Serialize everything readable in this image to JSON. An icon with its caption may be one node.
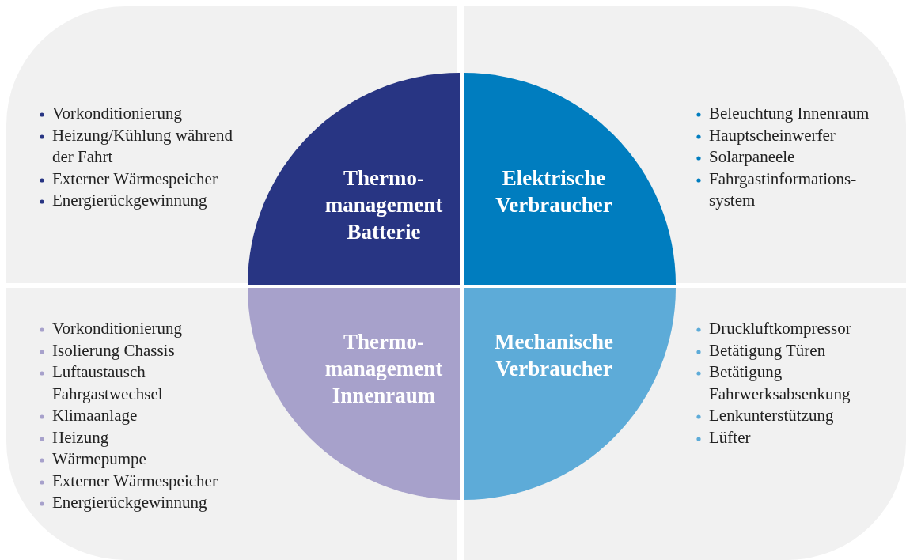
{
  "diagram": {
    "nodes": [
      {
        "text": [
          "Vorkonditionierung",
          "Heizung/Kühlung während der Fahrt",
          "Externer Wärmespeicher",
          "Energierückgewinnung"
        ]
      },
      {
        "text": [
          "Thermo- management Batterie"
        ],
        "in": 0
      },
      {
        "text": [
          "Beleuchtung Innenraum",
          "Hauptscheinwerfer",
          "Solarpaneele",
          "Fahrgastinformations- system"
        ]
      },
      {
        "text": [
          "Elektrische Verbraucher"
        ],
        "in": 2
      },
      {
        "text": [
          "Vorkonditionierung",
          "Isolierung Chassis",
          "Luftaustausch Fahrgastwechsel",
          "Klimaanlage",
          "Heizung",
          "Wärmepumpe",
          "Externer Wärmespeicher",
          "Energierückgewinnung"
        ]
      },
      {
        "text": [
          "Thermo- management Innenraum"
        ],
        "in": 4
      },
      {
        "text": [
          "Druckluftkompressor",
          "Betätigung Türen",
          "Betätigung Fahrwerksabsenkung",
          "Lenkunterstützung",
          "Lüfter"
        ]
      },
      {
        "text": [
          "Mechanische Verbraucher"
        ],
        "in": 6
      }
    ]
  }
}
